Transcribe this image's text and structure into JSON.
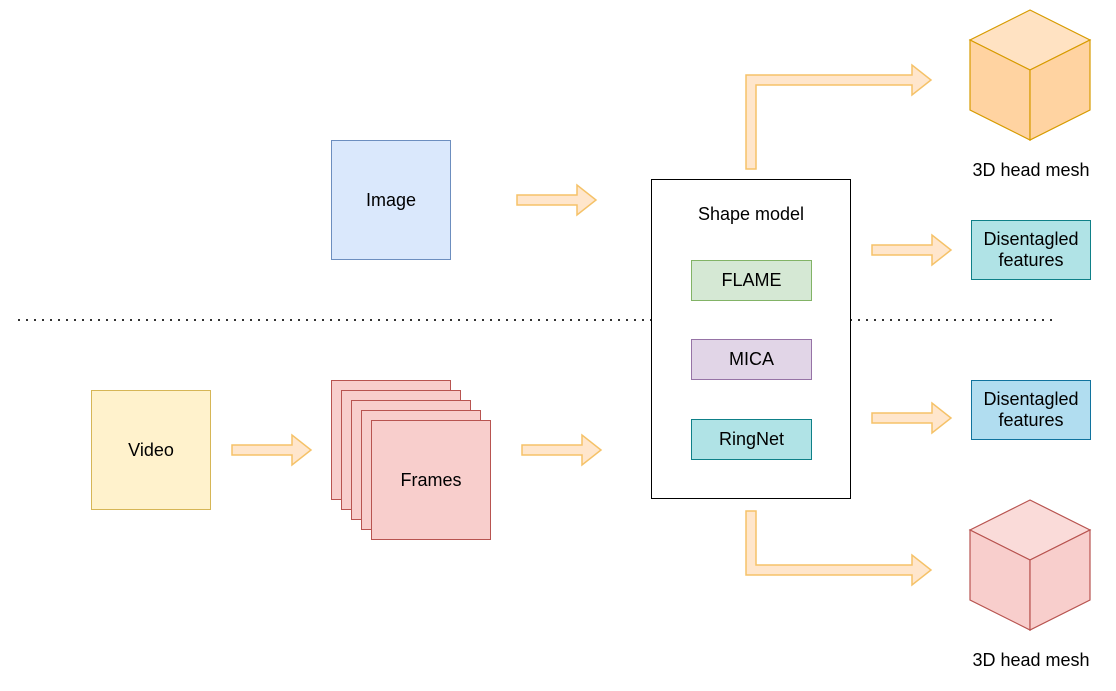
{
  "colors": {
    "arrow_fill": "#ffe6cc",
    "arrow_stroke": "#f5c268",
    "image_fill": "#dae8fc",
    "video_fill": "#fff2cc",
    "frames_fill": "#f8cecc",
    "flame_fill": "#d5e8d4",
    "mica_fill": "#e1d5e7",
    "ringnet_fill": "#b0e3e6",
    "mesh_top_fill": "#ffd3a1",
    "mesh_bottom_fill": "#f8cecc"
  },
  "inputs": {
    "image_label": "Image",
    "video_label": "Video",
    "frames_label": "Frames"
  },
  "shape_model": {
    "title": "Shape model",
    "items": [
      "FLAME",
      "MICA",
      "RingNet"
    ]
  },
  "outputs": {
    "features_top": "Disentagled features",
    "features_bottom": "Disentagled features",
    "mesh_top_caption": "3D head mesh",
    "mesh_bottom_caption": "3D head mesh",
    "mesh_icon": "cube-icon"
  }
}
